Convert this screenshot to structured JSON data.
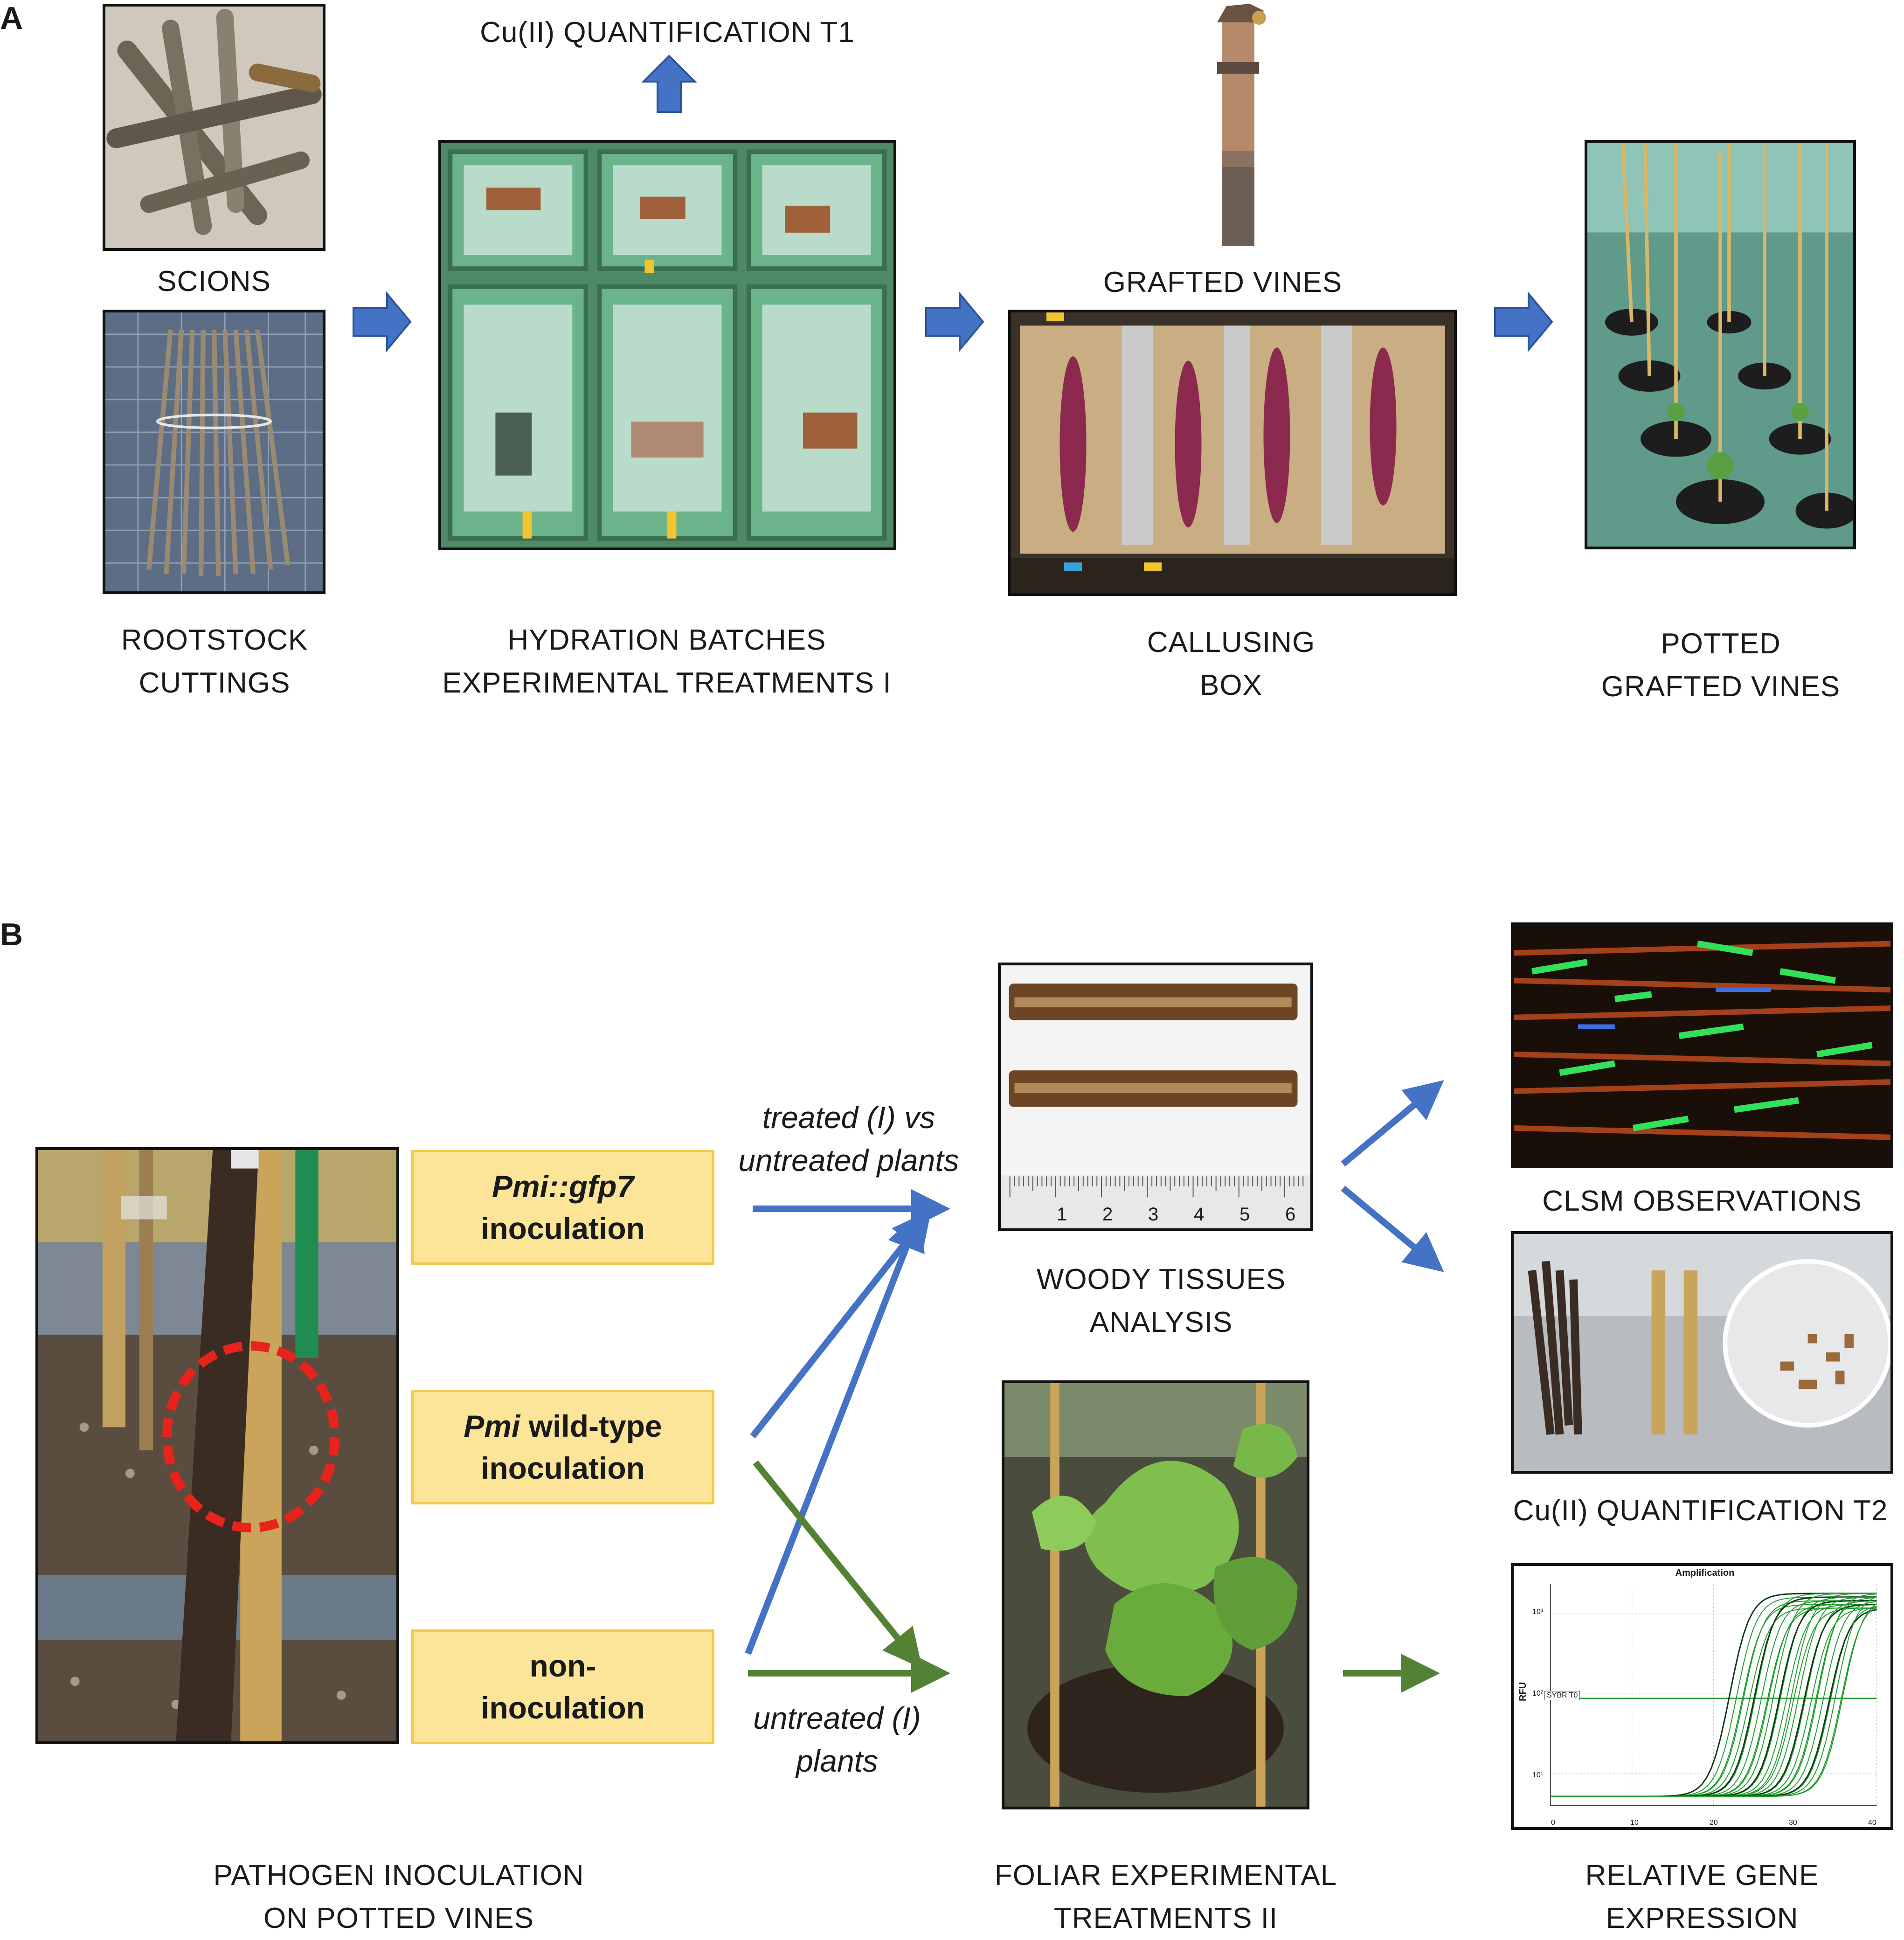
{
  "panel_a": {
    "letter": "A",
    "cu_t1": "Cu(II) QUANTIFICATION T1",
    "scions": "SCIONS",
    "rootstock_line1": "ROOTSTOCK",
    "rootstock_line2": "CUTTINGS",
    "hydration_line1": "HYDRATION BATCHES",
    "hydration_line2": "EXPERIMENTAL TREATMENTS I",
    "grafted_vines": "GRAFTED VINES",
    "callusing_line1": "CALLUSING",
    "callusing_line2": "BOX",
    "potted_line1": "POTTED",
    "potted_line2": "GRAFTED VINES"
  },
  "panel_b": {
    "letter": "B",
    "box_gfp_italic": "Pmi::gfp7",
    "box_gfp_rest": "inoculation",
    "box_wt_italic": "Pmi",
    "box_wt_rest1": " wild-type",
    "box_wt_rest2": "inoculation",
    "box_non_line1": "non-",
    "box_non_line2": "inoculation",
    "treated_line1": "treated (I) vs",
    "treated_line2": "untreated plants",
    "untreated_line1": "untreated (I)",
    "untreated_line2": "plants",
    "woody_line1": "WOODY  TISSUES",
    "woody_line2": "ANALYSIS",
    "clsm": "CLSM OBSERVATIONS",
    "cu_t2": "Cu(II) QUANTIFICATION T2",
    "pathogen_line1": "PATHOGEN INOCULATION",
    "pathogen_line2": "ON POTTED VINES",
    "foliar_line1": "FOLIAR EXPERIMENTAL",
    "foliar_line2": "TREATMENTS II",
    "gene_line1": "RELATIVE GENE",
    "gene_line2": "EXPRESSION",
    "ruler_ticks": [
      "1",
      "2",
      "3",
      "4",
      "5",
      "6"
    ],
    "amp_title": "Amplification",
    "amp_ylabel": "RFU",
    "amp_threshold": "SYBR   T0",
    "amp_xticks": [
      "0",
      "10",
      "20",
      "30",
      "40"
    ],
    "amp_yticks": [
      "10³",
      "10²",
      "10¹"
    ]
  },
  "colors": {
    "arrow_blue": "#4472c4",
    "arrow_green": "#548235",
    "box_fill": "#fce598",
    "box_border": "#f2c94c",
    "dashed_red": "#e8231c"
  }
}
